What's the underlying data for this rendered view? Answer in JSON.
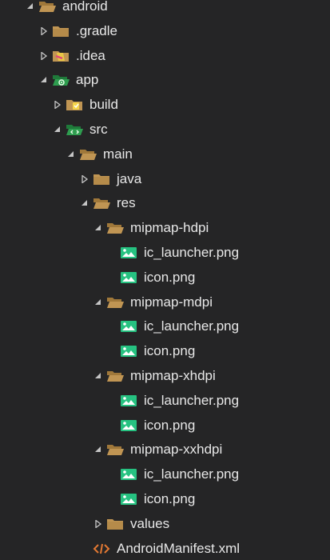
{
  "explorer": {
    "items": [
      {
        "label": "android",
        "depth": 0,
        "type": "folder",
        "expanded": true,
        "icon": "folder-open-icon"
      },
      {
        "label": ".gradle",
        "depth": 1,
        "type": "folder",
        "expanded": false,
        "icon": "folder-icon"
      },
      {
        "label": ".idea",
        "depth": 1,
        "type": "folder",
        "expanded": false,
        "icon": "idea-folder-icon"
      },
      {
        "label": "app",
        "depth": 1,
        "type": "folder",
        "expanded": true,
        "icon": "app-folder-icon"
      },
      {
        "label": "build",
        "depth": 2,
        "type": "folder",
        "expanded": false,
        "icon": "build-folder-icon"
      },
      {
        "label": "src",
        "depth": 2,
        "type": "folder",
        "expanded": true,
        "icon": "src-folder-icon"
      },
      {
        "label": "main",
        "depth": 3,
        "type": "folder",
        "expanded": true,
        "icon": "folder-open-icon"
      },
      {
        "label": "java",
        "depth": 4,
        "type": "folder",
        "expanded": false,
        "icon": "folder-icon"
      },
      {
        "label": "res",
        "depth": 4,
        "type": "folder",
        "expanded": true,
        "icon": "folder-open-icon"
      },
      {
        "label": "mipmap-hdpi",
        "depth": 5,
        "type": "folder",
        "expanded": true,
        "icon": "folder-open-icon"
      },
      {
        "label": "ic_launcher.png",
        "depth": 6,
        "type": "image",
        "icon": "image-file-icon"
      },
      {
        "label": "icon.png",
        "depth": 6,
        "type": "image",
        "icon": "image-file-icon"
      },
      {
        "label": "mipmap-mdpi",
        "depth": 5,
        "type": "folder",
        "expanded": true,
        "icon": "folder-open-icon"
      },
      {
        "label": "ic_launcher.png",
        "depth": 6,
        "type": "image",
        "icon": "image-file-icon"
      },
      {
        "label": "icon.png",
        "depth": 6,
        "type": "image",
        "icon": "image-file-icon"
      },
      {
        "label": "mipmap-xhdpi",
        "depth": 5,
        "type": "folder",
        "expanded": true,
        "icon": "folder-open-icon"
      },
      {
        "label": "ic_launcher.png",
        "depth": 6,
        "type": "image",
        "icon": "image-file-icon"
      },
      {
        "label": "icon.png",
        "depth": 6,
        "type": "image",
        "icon": "image-file-icon"
      },
      {
        "label": "mipmap-xxhdpi",
        "depth": 5,
        "type": "folder",
        "expanded": true,
        "icon": "folder-open-icon"
      },
      {
        "label": "ic_launcher.png",
        "depth": 6,
        "type": "image",
        "icon": "image-file-icon"
      },
      {
        "label": "icon.png",
        "depth": 6,
        "type": "image",
        "icon": "image-file-icon"
      },
      {
        "label": "values",
        "depth": 5,
        "type": "folder",
        "expanded": false,
        "icon": "folder-icon"
      },
      {
        "label": "AndroidManifest.xml",
        "depth": 4,
        "type": "xml",
        "icon": "xml-file-icon"
      }
    ]
  },
  "colors": {
    "background": "#252526",
    "text": "#e8e8e8",
    "arrow": "#c5c5c5",
    "folder": "#c09553",
    "folder_dark": "#a0783a",
    "image_icon": "#26c281",
    "app_icon": "#2e9d4f",
    "xml_icon": "#e37933",
    "idea_icon": "#e8c646"
  }
}
